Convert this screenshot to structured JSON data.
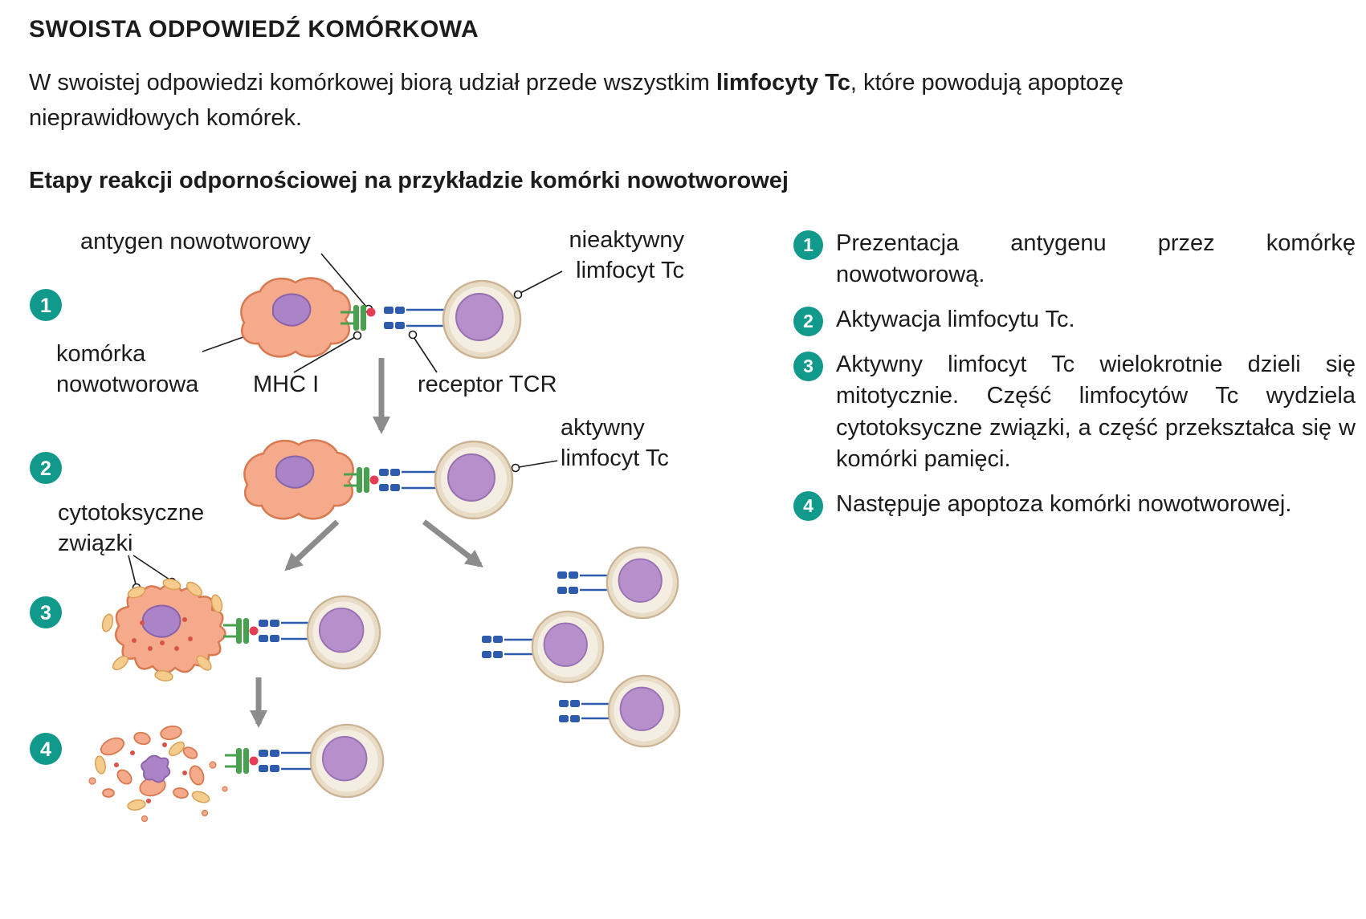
{
  "page": {
    "title": "SWOISTA ODPOWIEDŹ KOMÓRKOWA",
    "intro": {
      "part1": "W swoistej odpowiedzi komórkowej biorą udział przede wszystkim ",
      "bold": "limfocyty Tc",
      "part2": ", które powodują apoptozę nieprawidłowych komórek."
    },
    "subtitle": "Etapy reakcji odpornościowej na przykładzie komórki nowotworowej"
  },
  "colors": {
    "accent_teal": "#119a8c",
    "tumor_fill": "#f5aa8c",
    "tumor_stroke": "#d8794f",
    "tumor_nucleus": "#ab84c8",
    "tumor_nucleus_stroke": "#8b63a8",
    "lymph_ring": "#e9dcc6",
    "lymph_ring_stroke": "#cbb393",
    "lymph_inner": "#f4ede1",
    "lymph_nucleus": "#b78fcb",
    "lymph_nucleus_stroke": "#9771b3",
    "mhc_green": "#49a04f",
    "tcr_blue": "#2e5bab",
    "antigen_red": "#e43d55",
    "vesicle_fill": "#f6cb8e",
    "vesicle_stroke": "#d9a055",
    "speckle_red": "#d95348",
    "arrow_gray": "#8c8c8c"
  },
  "diagram": {
    "step_badges": [
      "1",
      "2",
      "3",
      "4"
    ],
    "labels": {
      "antigen": "antygen nowotworowy",
      "inactive_line1": "nieaktywny",
      "inactive_line2": "limfocyt Tc",
      "tumor_line1": "komórka",
      "tumor_line2": "nowotworowa",
      "mhc": "MHC I",
      "tcr": "receptor TCR",
      "active_line1": "aktywny",
      "active_line2": "limfocyt Tc",
      "cytotoxic_line1": "cytotoksyczne",
      "cytotoxic_line2": "związki"
    }
  },
  "steps": [
    {
      "num": "1",
      "text": "Prezentacja antygenu przez komórkę nowotworową."
    },
    {
      "num": "2",
      "text": "Aktywacja limfocytu Tc."
    },
    {
      "num": "3",
      "text": "Aktywny limfocyt Tc wielokrotnie dzieli się mitotycznie. Część limfocytów Tc wydziela cytotoksyczne związki, a część przekształca się w komórki pamięci."
    },
    {
      "num": "4",
      "text": "Następuje apoptoza komórki nowotworowej."
    }
  ]
}
